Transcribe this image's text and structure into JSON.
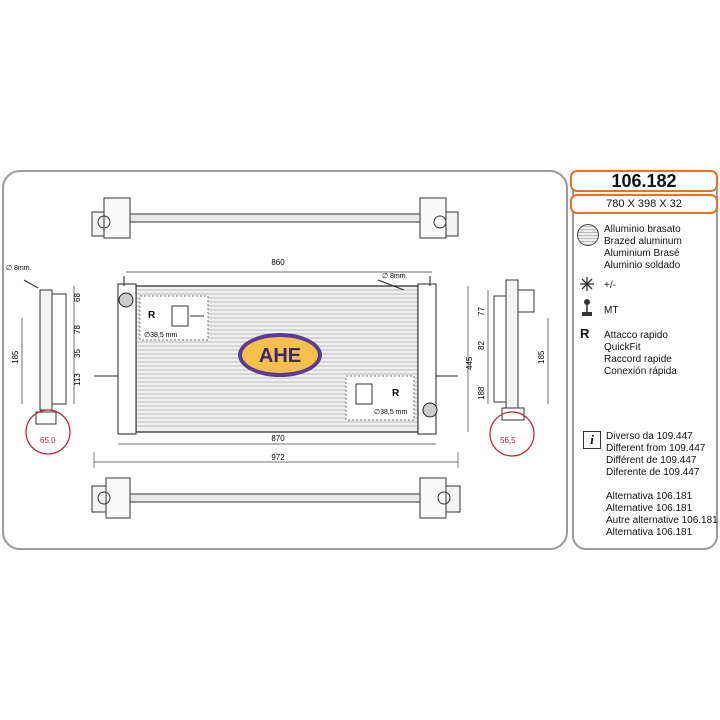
{
  "header": {
    "part_number": "106.182",
    "dimensions": "780 X 398 X 32"
  },
  "material": {
    "icon": "brazed-aluminum-icon",
    "lines": [
      "Alluminio brasato",
      "Brazed aluminum",
      "Aluminium Brasé",
      "Aluminio soldado"
    ]
  },
  "tolerance": {
    "icon": "snowflake-icon",
    "label": "+/-"
  },
  "transmission": {
    "icon": "gear-stick-icon",
    "label": "MT"
  },
  "connection": {
    "icon_label": "R",
    "lines": [
      "Attacco rapido",
      "QuickFit",
      "Raccord rapide",
      "Conexión rápida"
    ]
  },
  "notes": {
    "icon": "info-icon",
    "diff_lines": [
      "Diverso da 109.447",
      "Different from 109.447",
      "Différent de 109.447",
      "Diferente de  109.447"
    ],
    "alt_lines": [
      "Alternativa 106.181",
      "Alternative 106.181",
      "Autre alternative 106.181",
      "Alternativa 106.181"
    ]
  },
  "logo": {
    "text": "AHE",
    "fill": "#f4c04a",
    "ring": "#5b3a9a"
  },
  "drawing": {
    "dim_top": "860",
    "dim_870": "870",
    "dim_972": "972",
    "hole_left": "∅ 8mm.",
    "hole_right": "∅ 8mm.",
    "r_label": "R",
    "fit_left": "∅38,5 mm",
    "fit_right": "∅38,5 mm",
    "left_side": {
      "d68": "68",
      "d78": "78",
      "d35": "35",
      "d113": "113",
      "d185": "185",
      "detail": "65.0"
    },
    "right_side": {
      "d77": "77",
      "d82": "82",
      "d188": "188",
      "d445": "445",
      "d185": "185",
      "detail": "56,5"
    }
  },
  "colors": {
    "accent": "#e4732a",
    "frame": "#9a9a9a",
    "detail_circle": "#c0262c"
  }
}
